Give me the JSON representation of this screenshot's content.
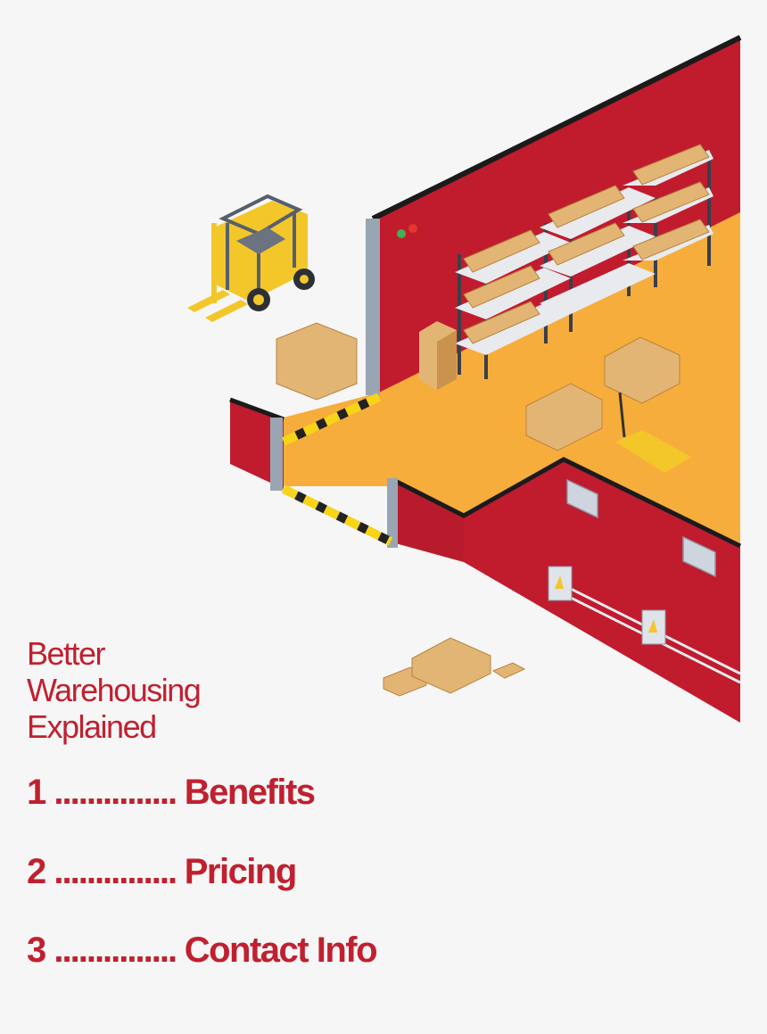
{
  "brand": {
    "red": "#c0202f",
    "orange": "#f7ad3b",
    "background": "#f6f6f6"
  },
  "title_lines": [
    "Better",
    "Warehousing",
    "Explained"
  ],
  "toc": [
    {
      "number": "1",
      "leader": "...............",
      "label": "Benefits"
    },
    {
      "number": "2",
      "leader": "...............",
      "label": "Pricing"
    },
    {
      "number": "3",
      "leader": "...............",
      "label": "Contact Info"
    }
  ],
  "illustration": {
    "icons": [
      "forklift-icon",
      "pallet-stack-icon",
      "storage-rack-icon",
      "pallet-jack-icon",
      "electrical-box-icon",
      "air-vent-icon",
      "cardboard-box-icon"
    ]
  }
}
